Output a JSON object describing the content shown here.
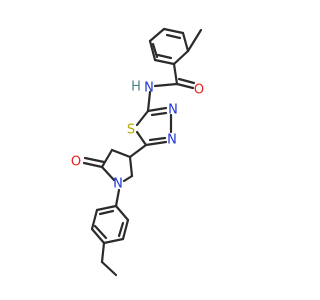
{
  "molecule": {
    "atoms": {
      "amide_h": "H",
      "amide_n": "N",
      "carbonyl_o_top": "O",
      "thiadiazole_s": "S",
      "thiadiazole_n1": "N",
      "thiadiazole_n2": "N",
      "lactam_o": "O",
      "lactam_n": "N"
    },
    "colors": {
      "bond": "#2b2b2b",
      "nitrogen": "#1f35d6",
      "oxygen": "#e8231b",
      "sulfur": "#b7a800",
      "hydrogen": "#4f7f87"
    }
  }
}
